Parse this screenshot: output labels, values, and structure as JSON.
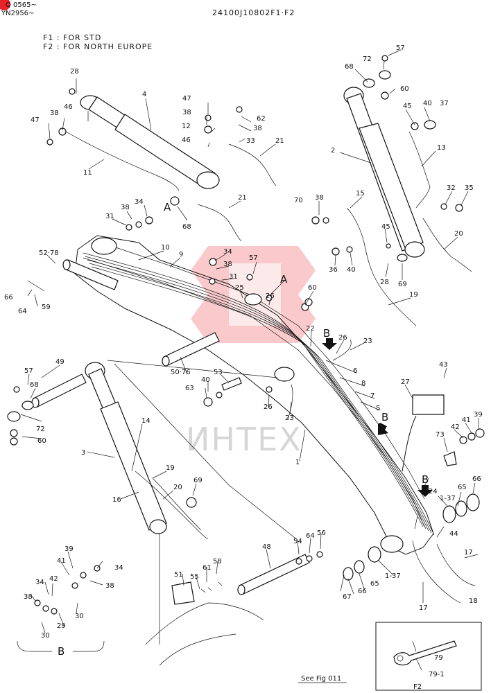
{
  "header": {
    "serial_1": "Q 0565~",
    "serial_2": "YN2956~",
    "drawing_number": "24100J10802F1·F2",
    "legend_f1": "F1 : FOR  STD",
    "legend_f2": "F2 : FOR  NORTH  EUROPE"
  },
  "watermark": {
    "text": "ИНТЕХ",
    "color": "#e8242b"
  },
  "detail_labels": {
    "a_top": "A",
    "a_mid": "A",
    "b_arrow_1": "B",
    "b_arrow_2": "B",
    "b_arrow_3": "B",
    "b_box": "B",
    "f2_box": "F2"
  },
  "footer": {
    "see_fig": "See Fig 011"
  },
  "callouts": [
    {
      "n": "28"
    },
    {
      "n": "4"
    },
    {
      "n": "47"
    },
    {
      "n": "46"
    },
    {
      "n": "38"
    },
    {
      "n": "47"
    },
    {
      "n": "38"
    },
    {
      "n": "12"
    },
    {
      "n": "46"
    },
    {
      "n": "62"
    },
    {
      "n": "38"
    },
    {
      "n": "33"
    },
    {
      "n": "21"
    },
    {
      "n": "11"
    },
    {
      "n": "57"
    },
    {
      "n": "72"
    },
    {
      "n": "68"
    },
    {
      "n": "60"
    },
    {
      "n": "40"
    },
    {
      "n": "37"
    },
    {
      "n": "45"
    },
    {
      "n": "2"
    },
    {
      "n": "13"
    },
    {
      "n": "32"
    },
    {
      "n": "35"
    },
    {
      "n": "34"
    },
    {
      "n": "38"
    },
    {
      "n": "31"
    },
    {
      "n": "68"
    },
    {
      "n": "21"
    },
    {
      "n": "70"
    },
    {
      "n": "38"
    },
    {
      "n": "15"
    },
    {
      "n": "45"
    },
    {
      "n": "20"
    },
    {
      "n": "36"
    },
    {
      "n": "40"
    },
    {
      "n": "28"
    },
    {
      "n": "69"
    },
    {
      "n": "19"
    },
    {
      "n": "52·78"
    },
    {
      "n": "10"
    },
    {
      "n": "9"
    },
    {
      "n": "34"
    },
    {
      "n": "38"
    },
    {
      "n": "57"
    },
    {
      "n": "31"
    },
    {
      "n": "25"
    },
    {
      "n": "60"
    },
    {
      "n": "26"
    },
    {
      "n": "64"
    },
    {
      "n": "59"
    },
    {
      "n": "66"
    },
    {
      "n": "22"
    },
    {
      "n": "26"
    },
    {
      "n": "23"
    },
    {
      "n": "49"
    },
    {
      "n": "57"
    },
    {
      "n": "68"
    },
    {
      "n": "72"
    },
    {
      "n": "60"
    },
    {
      "n": "50·76"
    },
    {
      "n": "53"
    },
    {
      "n": "40"
    },
    {
      "n": "63"
    },
    {
      "n": "26"
    },
    {
      "n": "23"
    },
    {
      "n": "6"
    },
    {
      "n": "8"
    },
    {
      "n": "7"
    },
    {
      "n": "5"
    },
    {
      "n": "43"
    },
    {
      "n": "27"
    },
    {
      "n": "39"
    },
    {
      "n": "41"
    },
    {
      "n": "42"
    },
    {
      "n": "73"
    },
    {
      "n": "3"
    },
    {
      "n": "14"
    },
    {
      "n": "16"
    },
    {
      "n": "19"
    },
    {
      "n": "20"
    },
    {
      "n": "69"
    },
    {
      "n": "1"
    },
    {
      "n": "65"
    },
    {
      "n": "66"
    },
    {
      "n": "1-37"
    },
    {
      "n": "24"
    },
    {
      "n": "44"
    },
    {
      "n": "17"
    },
    {
      "n": "18"
    },
    {
      "n": "17"
    },
    {
      "n": "39"
    },
    {
      "n": "41"
    },
    {
      "n": "42"
    },
    {
      "n": "34"
    },
    {
      "n": "38"
    },
    {
      "n": "34"
    },
    {
      "n": "38"
    },
    {
      "n": "29"
    },
    {
      "n": "30"
    },
    {
      "n": "30"
    },
    {
      "n": "51"
    },
    {
      "n": "55"
    },
    {
      "n": "61"
    },
    {
      "n": "58"
    },
    {
      "n": "48"
    },
    {
      "n": "54"
    },
    {
      "n": "64"
    },
    {
      "n": "56"
    },
    {
      "n": "67"
    },
    {
      "n": "66"
    },
    {
      "n": "65"
    },
    {
      "n": "1-37"
    },
    {
      "n": "79"
    },
    {
      "n": "79-1"
    }
  ]
}
